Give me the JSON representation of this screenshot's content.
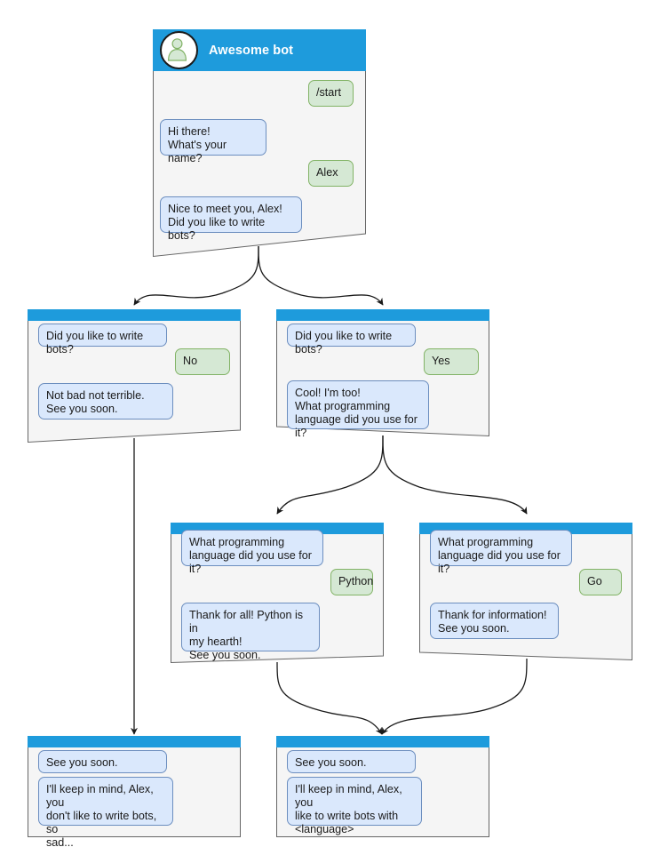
{
  "diagram": {
    "title": "Awesome bot chat flow",
    "colors": {
      "header": "#1E9BDC",
      "node_body": "#f5f5f5",
      "node_border": "#666666",
      "bot_bubble_fill": "#dae8fc",
      "bot_bubble_border": "#6c8ebf",
      "user_bubble_fill": "#d5e8d4",
      "user_bubble_border": "#82b366",
      "edge": "#1a1a1a",
      "canvas": "#ffffff"
    },
    "nodes": [
      {
        "id": "start",
        "header_title": "Awesome bot",
        "avatar_icon": "user-avatar-icon",
        "messages": [
          {
            "side": "user",
            "text": "/start"
          },
          {
            "side": "bot",
            "text": "Hi there!\nWhat's your name?"
          },
          {
            "side": "user",
            "text": "Alex"
          },
          {
            "side": "bot",
            "text": "Nice to meet you, Alex!\nDid you like to write bots?"
          }
        ]
      },
      {
        "id": "answer-no",
        "messages": [
          {
            "side": "bot",
            "text": "Did you like to write bots?"
          },
          {
            "side": "user",
            "text": "No"
          },
          {
            "side": "bot",
            "text": "Not bad not terrible.\nSee you soon."
          }
        ]
      },
      {
        "id": "answer-yes",
        "messages": [
          {
            "side": "bot",
            "text": "Did you like to write bots?"
          },
          {
            "side": "user",
            "text": "Yes"
          },
          {
            "side": "bot",
            "text": "Cool! I'm too!\nWhat programming\nlanguage did you use for it?"
          }
        ]
      },
      {
        "id": "lang-python",
        "messages": [
          {
            "side": "bot",
            "text": "What programming\nlanguage did you use for it?"
          },
          {
            "side": "user",
            "text": "Python"
          },
          {
            "side": "bot",
            "text": "Thank for all! Python is in\nmy hearth!\nSee you soon."
          }
        ]
      },
      {
        "id": "lang-go",
        "messages": [
          {
            "side": "bot",
            "text": "What programming\nlanguage did you use for it?"
          },
          {
            "side": "user",
            "text": "Go"
          },
          {
            "side": "bot",
            "text": "Thank for information!\nSee you soon."
          }
        ]
      },
      {
        "id": "end-sad",
        "messages": [
          {
            "side": "bot",
            "text": "See you soon."
          },
          {
            "side": "bot",
            "text": "I'll keep in mind, Alex, you\ndon't like to write bots, so\nsad..."
          }
        ]
      },
      {
        "id": "end-happy",
        "messages": [
          {
            "side": "bot",
            "text": "See you soon."
          },
          {
            "side": "bot",
            "text": "I'll keep in mind, Alex, you\nlike to write bots with\n<language>"
          }
        ]
      }
    ],
    "edges": [
      {
        "from": "start",
        "to": "answer-no"
      },
      {
        "from": "start",
        "to": "answer-yes"
      },
      {
        "from": "answer-no",
        "to": "end-sad"
      },
      {
        "from": "answer-yes",
        "to": "lang-python"
      },
      {
        "from": "answer-yes",
        "to": "lang-go"
      },
      {
        "from": "lang-python",
        "to": "end-happy"
      },
      {
        "from": "lang-go",
        "to": "end-happy"
      }
    ]
  }
}
